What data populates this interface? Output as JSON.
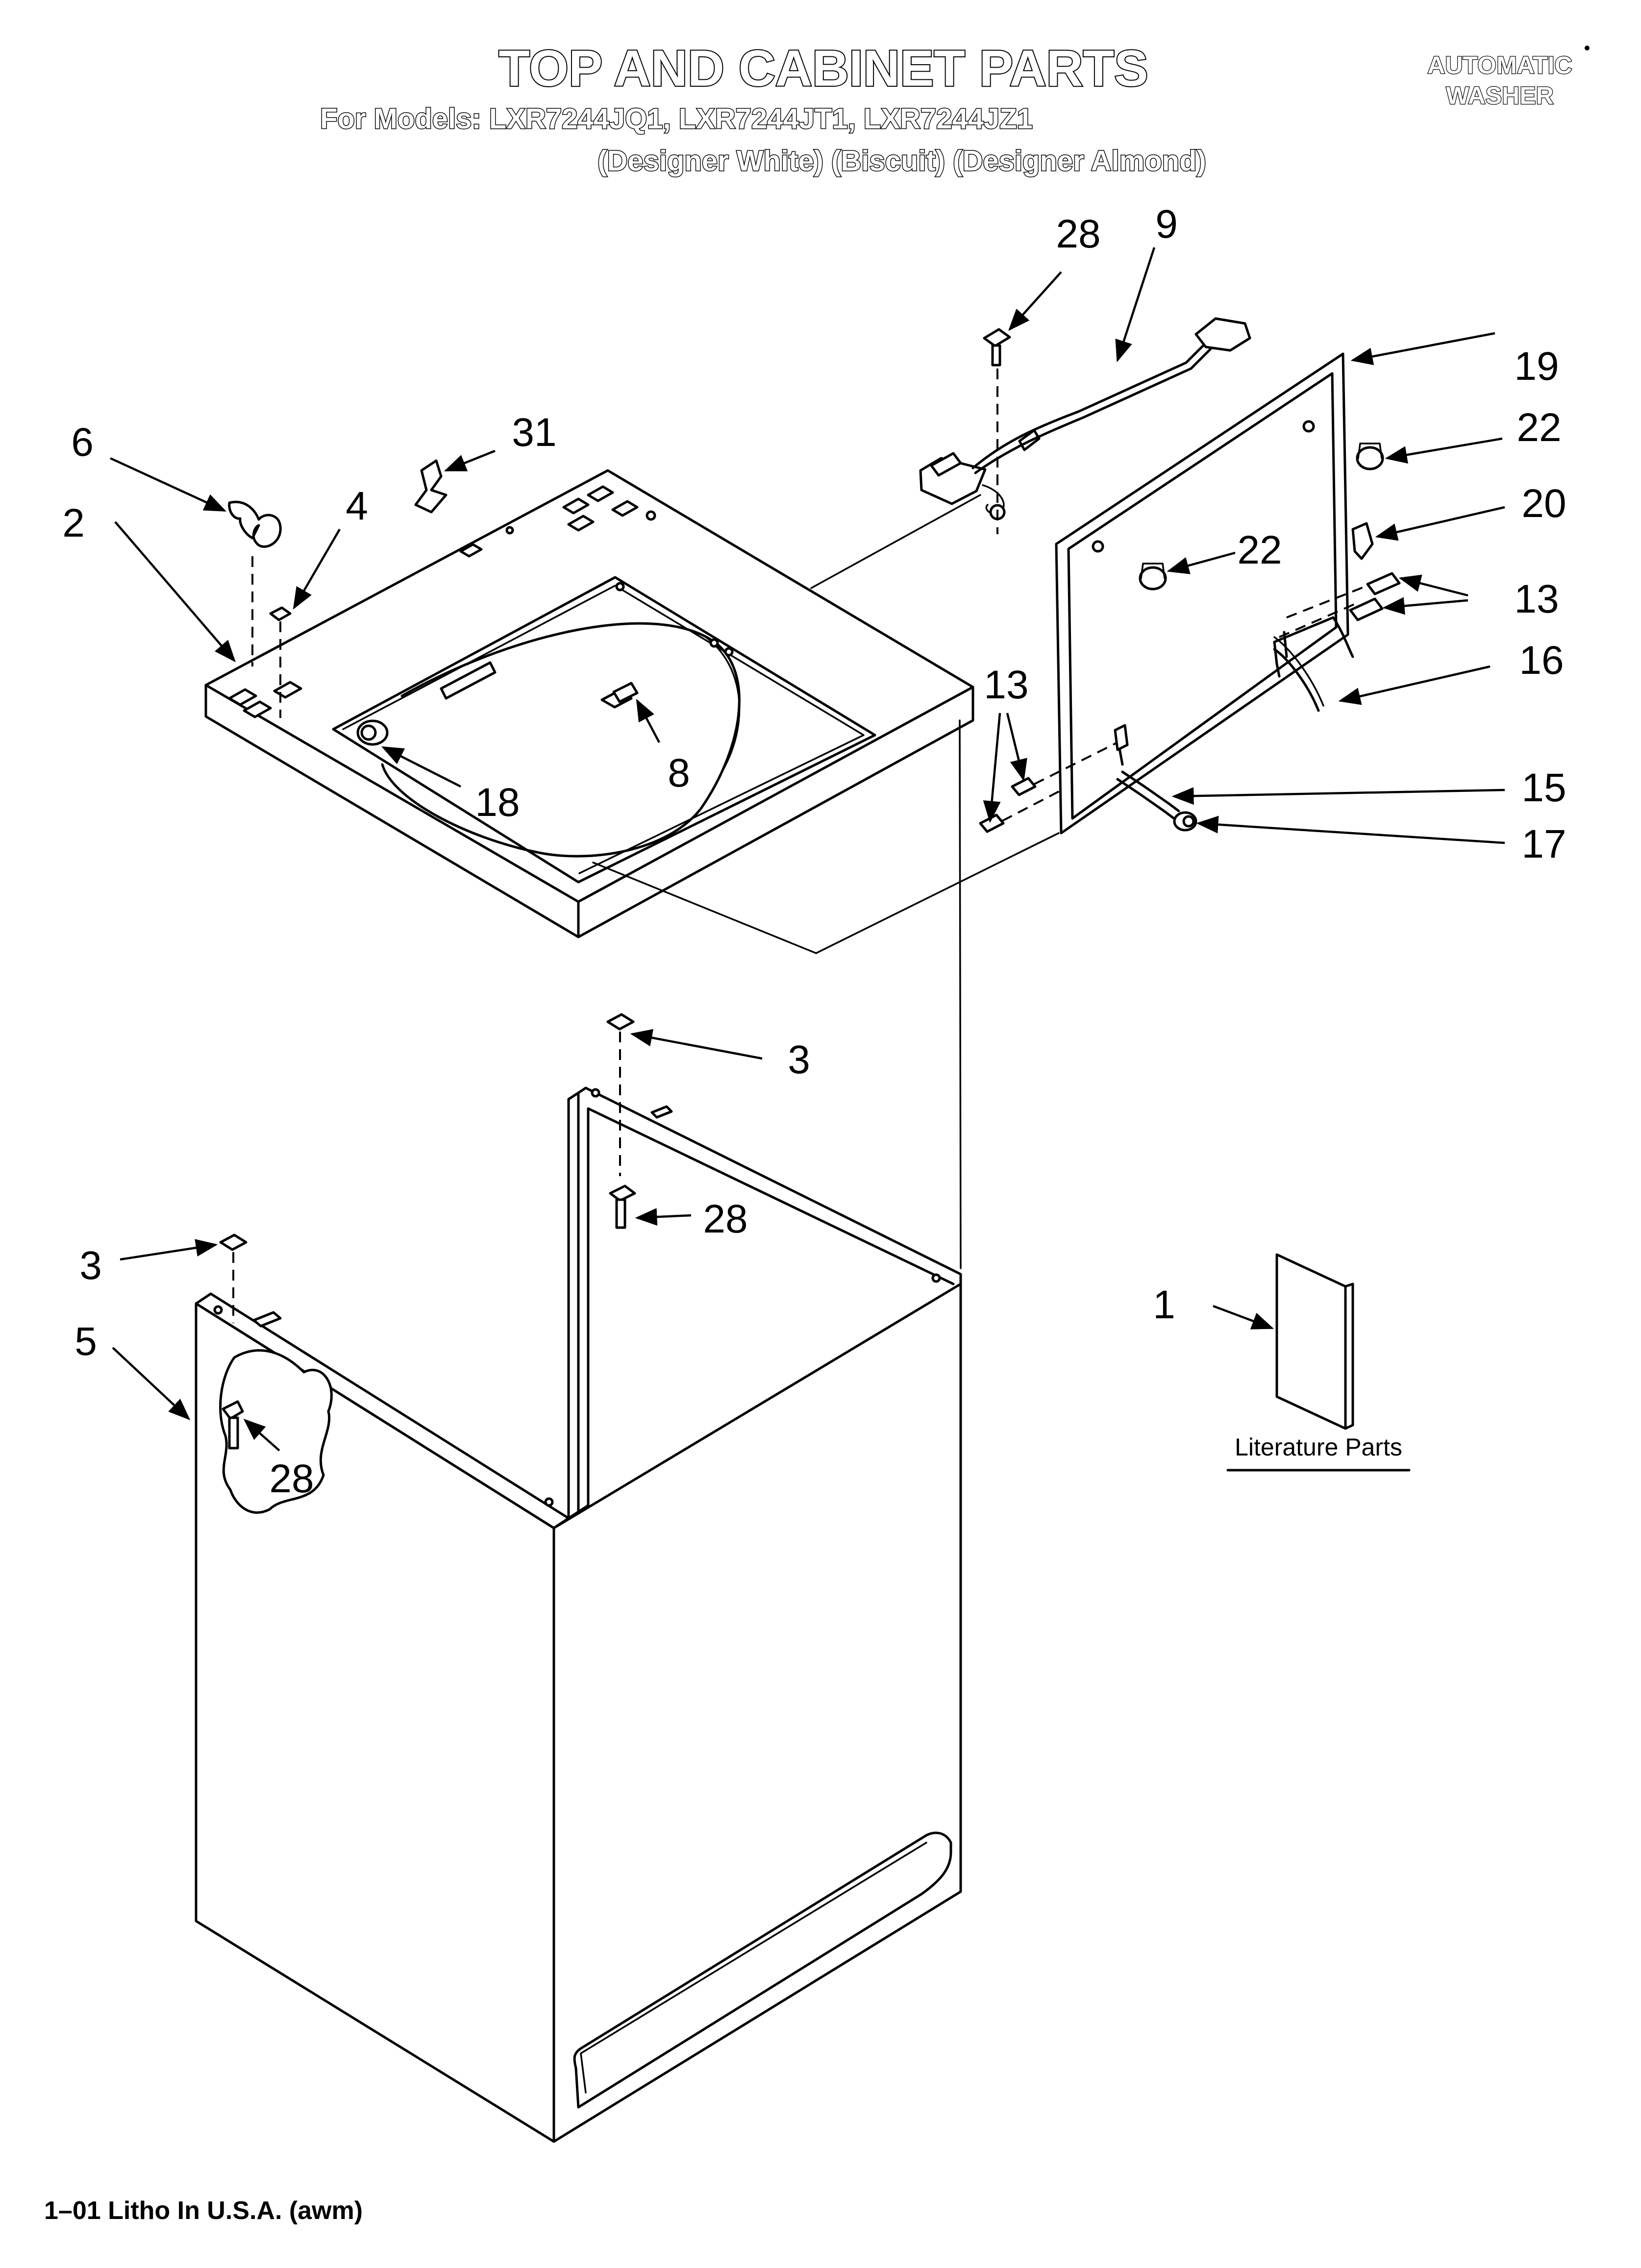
{
  "header": {
    "title": "TOP AND CABINET PARTS",
    "models": "For Models: LXR7244JQ1, LXR7244JT1, LXR7244JZ1",
    "colors": "(Designer White) (Biscuit) (Designer Almond)",
    "product_line1": "AUTOMATIC",
    "product_line2": "WASHER"
  },
  "callouts": {
    "c1": "1",
    "c2": "2",
    "c3a": "3",
    "c3b": "3",
    "c4": "4",
    "c5": "5",
    "c6": "6",
    "c8": "8",
    "c9": "9",
    "c13a": "13",
    "c13b": "13",
    "c15": "15",
    "c16": "16",
    "c17": "17",
    "c18": "18",
    "c19": "19",
    "c20": "20",
    "c22a": "22",
    "c22b": "22",
    "c28a": "28",
    "c28b": "28",
    "c28c": "28",
    "c31": "31"
  },
  "literature_label": "Literature Parts",
  "footer": "1–01 Litho In U.S.A. (awm)"
}
